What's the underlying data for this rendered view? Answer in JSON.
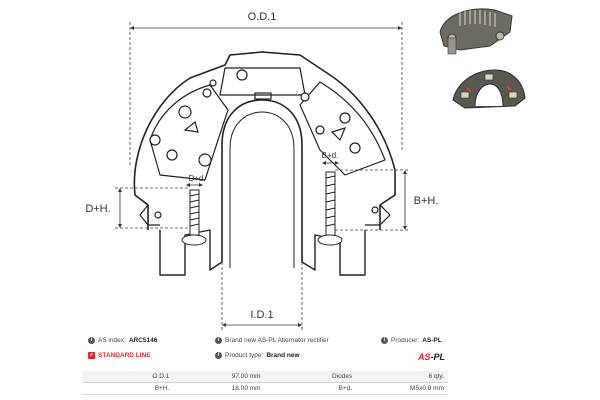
{
  "drawing": {
    "dim_od": "O.D.1",
    "dim_id": "I.D.1",
    "dim_dh": "D+H.",
    "dim_bh": "B+H.",
    "dim_d": "D+d.",
    "dim_b": "B+d."
  },
  "info": {
    "as_index_label": "AS index:",
    "as_index_value": "ARC5146",
    "description": "Brand new AS-PL Alternator rectifier",
    "producer_label": "Producer:",
    "producer_value": "AS-PL",
    "standard_line": "STANDARD LINE",
    "product_type_label": "Product type:",
    "product_type_value": "Brand new",
    "logo_red": "AS",
    "logo_dark": "-PL"
  },
  "specs": {
    "rows": [
      {
        "label1": "O.D.1",
        "value1": "97.00 mm",
        "label2": "Diodes",
        "value2": "6 qty."
      },
      {
        "label1": "B+H.",
        "value1": "18.00 mm",
        "label2": "B+d.",
        "value2": "M5x0.8 mm"
      }
    ]
  },
  "colors": {
    "accent": "#e02a2a",
    "line": "#222222",
    "dimension": "#333333"
  }
}
